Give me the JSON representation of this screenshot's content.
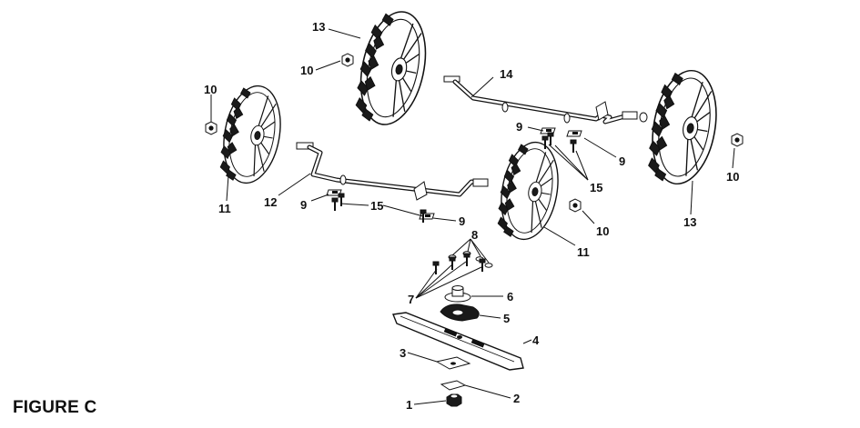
{
  "figure": {
    "caption": "FIGURE C"
  },
  "callouts": {
    "c1": "1",
    "c2": "2",
    "c3": "3",
    "c4": "4",
    "c5": "5",
    "c6": "6",
    "c7": "7",
    "c8": "8",
    "c9a": "9",
    "c9b": "9",
    "c9c": "9",
    "c9d": "9",
    "c10a": "10",
    "c10b": "10",
    "c10c": "10",
    "c10d": "10",
    "c11a": "11",
    "c11b": "11",
    "c12": "12",
    "c13a": "13",
    "c13b": "13",
    "c14": "14",
    "c15a": "15",
    "c15b": "15"
  }
}
